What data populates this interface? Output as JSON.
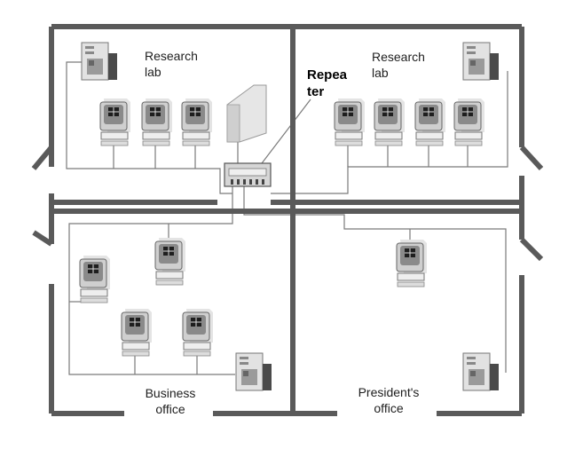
{
  "rooms": {
    "research_lab_left": {
      "label": "Research\nlab"
    },
    "research_lab_right": {
      "label": "Research\nlab"
    },
    "business_office": {
      "label": "Business\noffice"
    },
    "presidents_office": {
      "label": "President's\noffice"
    }
  },
  "repeater": {
    "label": "Repea\nter"
  },
  "colors": {
    "wall": "#5a5a5a",
    "cable": "#7a7a7a",
    "device_light": "#d8d8d8",
    "device_dark": "#4a4a4a"
  }
}
